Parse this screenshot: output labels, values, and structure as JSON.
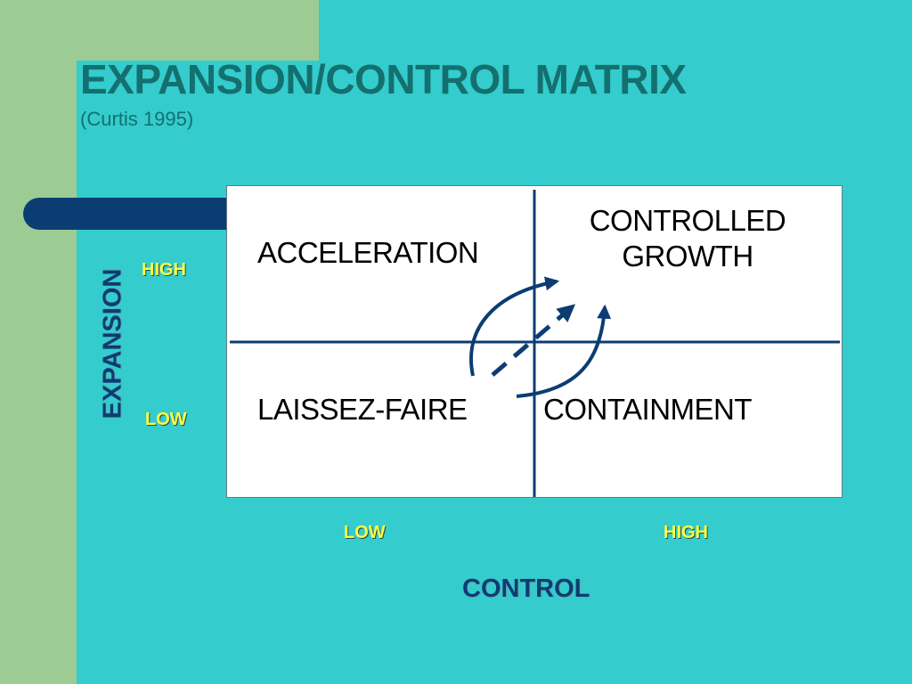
{
  "slide": {
    "title": "EXPANSION/CONTROL MATRIX",
    "subtitle": "(Curtis 1995)"
  },
  "matrix": {
    "quadrants": {
      "top_left": "ACCELERATION",
      "top_right_line1": "CONTROLLED",
      "top_right_line2": "GROWTH",
      "bottom_left": "LAISSEZ-FAIRE",
      "bottom_right": "CONTAINMENT"
    }
  },
  "y_axis": {
    "title": "EXPANSION",
    "high": "HIGH",
    "low": "LOW"
  },
  "x_axis": {
    "title": "CONTROL",
    "low": "LOW",
    "high": "HIGH"
  },
  "colors": {
    "background": "#34cccc",
    "accent_green": "#9ccc94",
    "navy": "#0b3d73",
    "title_teal": "#14706f",
    "tick_yellow": "#ffff44"
  },
  "icons": [
    "curved-arrow-left-icon",
    "dashed-arrow-icon",
    "curved-arrow-right-icon"
  ]
}
